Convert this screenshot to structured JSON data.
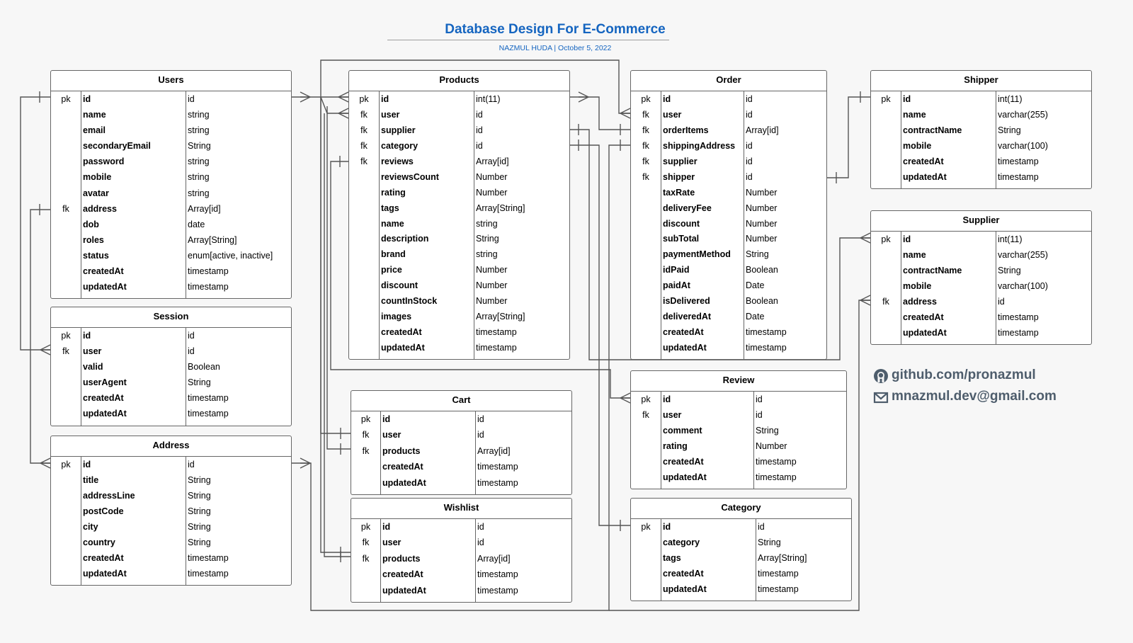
{
  "header": {
    "title": "Database Design For E-Commerce",
    "subtitle": "NAZMUL HUDA  |  October 5, 2022"
  },
  "entities": {
    "users": {
      "name": "Users",
      "fields": [
        {
          "key": "pk",
          "name": "id",
          "type": "id"
        },
        {
          "key": "",
          "name": "name",
          "type": "string"
        },
        {
          "key": "",
          "name": "email",
          "type": "string"
        },
        {
          "key": "",
          "name": "secondaryEmail",
          "type": "String"
        },
        {
          "key": "",
          "name": "password",
          "type": "string"
        },
        {
          "key": "",
          "name": "mobile",
          "type": "string"
        },
        {
          "key": "",
          "name": "avatar",
          "type": "string"
        },
        {
          "key": "fk",
          "name": "address",
          "type": "Array[id]"
        },
        {
          "key": "",
          "name": "dob",
          "type": "date"
        },
        {
          "key": "",
          "name": "roles",
          "type": "Array[String]"
        },
        {
          "key": "",
          "name": "status",
          "type": "enum[active, inactive]"
        },
        {
          "key": "",
          "name": "createdAt",
          "type": "timestamp"
        },
        {
          "key": "",
          "name": "updatedAt",
          "type": "timestamp"
        }
      ]
    },
    "session": {
      "name": "Session",
      "fields": [
        {
          "key": "pk",
          "name": "id",
          "type": "id"
        },
        {
          "key": "fk",
          "name": "user",
          "type": "id"
        },
        {
          "key": "",
          "name": "valid",
          "type": "Boolean"
        },
        {
          "key": "",
          "name": "userAgent",
          "type": "String"
        },
        {
          "key": "",
          "name": "createdAt",
          "type": "timestamp"
        },
        {
          "key": "",
          "name": "updatedAt",
          "type": "timestamp"
        }
      ]
    },
    "address": {
      "name": "Address",
      "fields": [
        {
          "key": "pk",
          "name": "id",
          "type": "id"
        },
        {
          "key": "",
          "name": "title",
          "type": "String"
        },
        {
          "key": "",
          "name": "addressLine",
          "type": "String"
        },
        {
          "key": "",
          "name": "postCode",
          "type": "String"
        },
        {
          "key": "",
          "name": "city",
          "type": "String"
        },
        {
          "key": "",
          "name": "country",
          "type": "String"
        },
        {
          "key": "",
          "name": "createdAt",
          "type": "timestamp"
        },
        {
          "key": "",
          "name": "updatedAt",
          "type": "timestamp"
        }
      ]
    },
    "products": {
      "name": "Products",
      "fields": [
        {
          "key": "pk",
          "name": "id",
          "type": "int(11)"
        },
        {
          "key": "fk",
          "name": "user",
          "type": "id"
        },
        {
          "key": "fk",
          "name": "supplier",
          "type": "id"
        },
        {
          "key": "fk",
          "name": "category",
          "type": "id"
        },
        {
          "key": "fk",
          "name": "reviews",
          "type": "Array[id]"
        },
        {
          "key": "",
          "name": "reviewsCount",
          "type": "Number"
        },
        {
          "key": "",
          "name": "rating",
          "type": "Number"
        },
        {
          "key": "",
          "name": "tags",
          "type": "Array[String]"
        },
        {
          "key": "",
          "name": "name",
          "type": "string"
        },
        {
          "key": "",
          "name": "description",
          "type": "String"
        },
        {
          "key": "",
          "name": "brand",
          "type": "string"
        },
        {
          "key": "",
          "name": "price",
          "type": "Number"
        },
        {
          "key": "",
          "name": "discount",
          "type": "Number"
        },
        {
          "key": "",
          "name": "countInStock",
          "type": "Number"
        },
        {
          "key": "",
          "name": "images",
          "type": "Array[String]"
        },
        {
          "key": "",
          "name": "createdAt",
          "type": "timestamp"
        },
        {
          "key": "",
          "name": "updatedAt",
          "type": "timestamp"
        }
      ]
    },
    "cart": {
      "name": "Cart",
      "fields": [
        {
          "key": "pk",
          "name": "id",
          "type": "id"
        },
        {
          "key": "fk",
          "name": "user",
          "type": "id"
        },
        {
          "key": "fk",
          "name": "products",
          "type": "Array[id]"
        },
        {
          "key": "",
          "name": "createdAt",
          "type": "timestamp"
        },
        {
          "key": "",
          "name": "updatedAt",
          "type": "timestamp"
        }
      ]
    },
    "wishlist": {
      "name": "Wishlist",
      "fields": [
        {
          "key": "pk",
          "name": "id",
          "type": "id"
        },
        {
          "key": "fk",
          "name": "user",
          "type": "id"
        },
        {
          "key": "fk",
          "name": "products",
          "type": "Array[id]"
        },
        {
          "key": "",
          "name": "createdAt",
          "type": "timestamp"
        },
        {
          "key": "",
          "name": "updatedAt",
          "type": "timestamp"
        }
      ]
    },
    "order": {
      "name": "Order",
      "fields": [
        {
          "key": "pk",
          "name": "id",
          "type": "id"
        },
        {
          "key": "fk",
          "name": "user",
          "type": "id"
        },
        {
          "key": "fk",
          "name": "orderItems",
          "type": "Array[id]"
        },
        {
          "key": "fk",
          "name": "shippingAddress",
          "type": "id"
        },
        {
          "key": "fk",
          "name": "supplier",
          "type": "id"
        },
        {
          "key": "fk",
          "name": "shipper",
          "type": "id"
        },
        {
          "key": "",
          "name": "taxRate",
          "type": "Number"
        },
        {
          "key": "",
          "name": "deliveryFee",
          "type": "Number"
        },
        {
          "key": "",
          "name": "discount",
          "type": "Number"
        },
        {
          "key": "",
          "name": "subTotal",
          "type": "Number"
        },
        {
          "key": "",
          "name": "paymentMethod",
          "type": "String"
        },
        {
          "key": "",
          "name": "idPaid",
          "type": "Boolean"
        },
        {
          "key": "",
          "name": "paidAt",
          "type": "Date"
        },
        {
          "key": "",
          "name": "isDelivered",
          "type": "Boolean"
        },
        {
          "key": "",
          "name": "deliveredAt",
          "type": "Date"
        },
        {
          "key": "",
          "name": "createdAt",
          "type": "timestamp"
        },
        {
          "key": "",
          "name": "updatedAt",
          "type": "timestamp"
        }
      ]
    },
    "review": {
      "name": "Review",
      "fields": [
        {
          "key": "pk",
          "name": "id",
          "type": "id"
        },
        {
          "key": "fk",
          "name": "user",
          "type": "id"
        },
        {
          "key": "",
          "name": "comment",
          "type": "String"
        },
        {
          "key": "",
          "name": "rating",
          "type": "Number"
        },
        {
          "key": "",
          "name": "createdAt",
          "type": "timestamp"
        },
        {
          "key": "",
          "name": "updatedAt",
          "type": "timestamp"
        }
      ]
    },
    "category": {
      "name": "Category",
      "fields": [
        {
          "key": "pk",
          "name": "id",
          "type": "id"
        },
        {
          "key": "",
          "name": "category",
          "type": "String"
        },
        {
          "key": "",
          "name": "tags",
          "type": "Array[String]"
        },
        {
          "key": "",
          "name": "createdAt",
          "type": "timestamp"
        },
        {
          "key": "",
          "name": "updatedAt",
          "type": "timestamp"
        }
      ]
    },
    "shipper": {
      "name": "Shipper",
      "fields": [
        {
          "key": "pk",
          "name": "id",
          "type": "int(11)"
        },
        {
          "key": "",
          "name": "name",
          "type": "varchar(255)"
        },
        {
          "key": "",
          "name": "contractName",
          "type": "String"
        },
        {
          "key": "",
          "name": "mobile",
          "type": "varchar(100)"
        },
        {
          "key": "",
          "name": "createdAt",
          "type": "timestamp"
        },
        {
          "key": "",
          "name": "updatedAt",
          "type": "timestamp"
        }
      ]
    },
    "supplier": {
      "name": "Supplier",
      "fields": [
        {
          "key": "pk",
          "name": "id",
          "type": "int(11)"
        },
        {
          "key": "",
          "name": "name",
          "type": "varchar(255)"
        },
        {
          "key": "",
          "name": "contractName",
          "type": "String"
        },
        {
          "key": "",
          "name": "mobile",
          "type": "varchar(100)"
        },
        {
          "key": "fk",
          "name": "address",
          "type": "id"
        },
        {
          "key": "",
          "name": "createdAt",
          "type": "timestamp"
        },
        {
          "key": "",
          "name": "updatedAt",
          "type": "timestamp"
        }
      ]
    }
  },
  "contact": {
    "github": "github.com/pronazmul",
    "email": "mnazmul.dev@gmail.com",
    "github_icon": "github-icon",
    "email_icon": "mail-icon"
  },
  "colors": {
    "title": "#1565c0",
    "contact": "#4e5d6c",
    "line": "#555555"
  }
}
